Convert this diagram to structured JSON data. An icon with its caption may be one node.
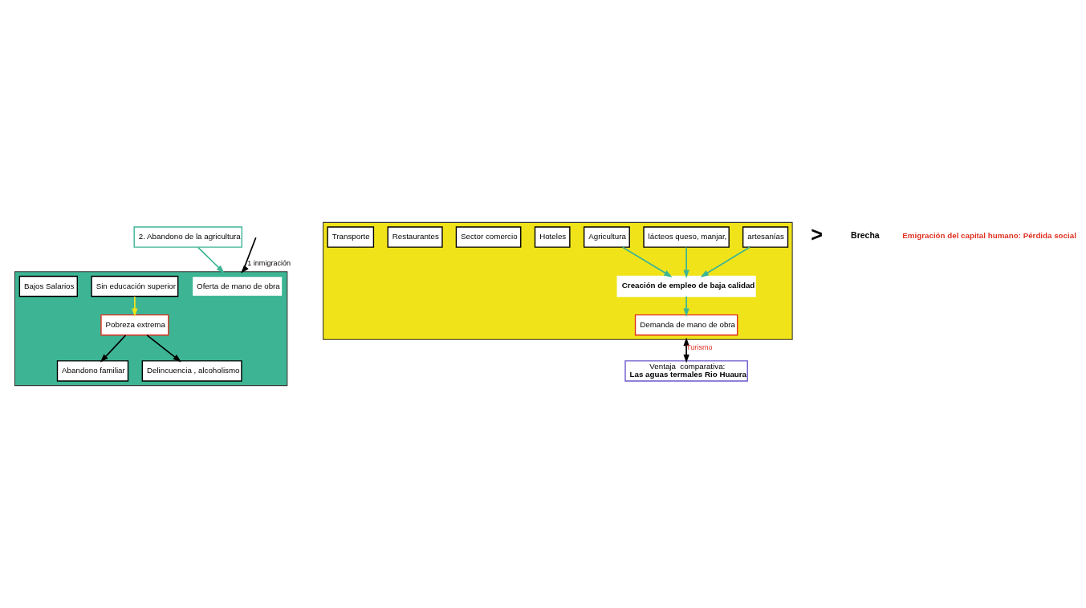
{
  "diagram": {
    "nodes": [
      {
        "text": [],
        "shape": "box"
      },
      {
        "text": [
          "Oferta de mano de obra"
        ],
        "in": 0
      },
      {
        "text": [
          "Sin educación superior"
        ],
        "in": 0
      },
      {
        "text": [
          "Bajos Salarios"
        ],
        "in": 0
      },
      {
        "text": [
          "Pobreza extrema"
        ],
        "in": 0
      },
      {
        "text": [
          "Abandono familiar"
        ],
        "in": 0
      },
      {
        "text": [
          "Delincuencia , alcoholismo"
        ],
        "in": 0
      },
      {
        "text": [
          "2. Abandono de la agricultura"
        ]
      },
      {
        "text": [],
        "shape": "box"
      },
      {
        "text": [
          "Demanda de mano de obra"
        ],
        "in": 8
      },
      {
        "text": [
          "Creación de empleo de baja calidad"
        ],
        "in": 8
      },
      {
        "text": [
          "artesanías"
        ],
        "in": 8
      },
      {
        "text": [
          "lácteos queso, manjar,"
        ],
        "in": 8
      },
      {
        "text": [
          "Agricultura"
        ],
        "in": 8
      },
      {
        "text": [
          "Hoteles"
        ],
        "in": 8
      },
      {
        "text": [
          "Sector comercio"
        ],
        "in": 8
      },
      {
        "text": [
          "Restaurantes"
        ],
        "in": 8
      },
      {
        "text": [
          "Transporte"
        ],
        "in": 8
      },
      {
        "text": [
          "Ventaja  comparativa:",
          "Las aguas termales Rio Huaura"
        ]
      }
    ],
    "edges": [
      {
        "from": null,
        "to": 0,
        "arrow": "to",
        "label": "1 inmigración",
        "color": "#000000"
      },
      {
        "from": 7,
        "to": 0,
        "arrow": "to",
        "color": "#3db594"
      },
      {
        "from": 2,
        "to": 4,
        "arrow": "to",
        "color": "#f0e31a"
      },
      {
        "from": 4,
        "to": 5,
        "arrow": "to",
        "color": "#000000"
      },
      {
        "from": 4,
        "to": 6,
        "arrow": "to",
        "color": "#000000"
      },
      {
        "from": 10,
        "to": 9,
        "arrow": "to",
        "color": "#3db594"
      },
      {
        "from": 11,
        "to": 10,
        "arrow": "to",
        "color": "#3db594"
      },
      {
        "from": 12,
        "to": 10,
        "arrow": "to",
        "color": "#3db594"
      },
      {
        "from": 13,
        "to": 10,
        "arrow": "to",
        "color": "#3db594"
      },
      {
        "from": 8,
        "to": 18,
        "arrow": "both",
        "label": "Turismo",
        "color": "#000000"
      }
    ],
    "labels": [
      ">",
      "Brecha",
      "Emigración del capital humano: Pérdida social"
    ]
  }
}
